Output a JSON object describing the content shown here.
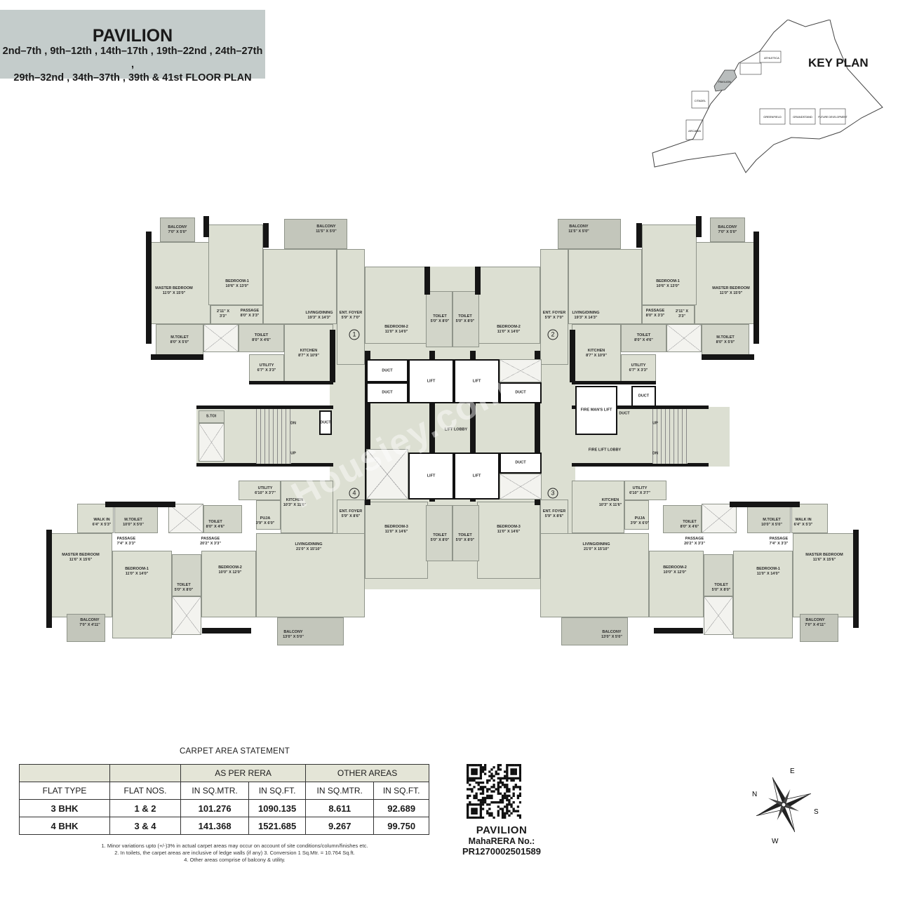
{
  "header": {
    "title": "PAVILION",
    "floors_line1": "2nd–7th , 9th–12th , 14th–17th , 19th–22nd , 24th–27th ,",
    "floors_line2": "29th–32nd , 34th–37th , 39th & 41st FLOOR PLAN"
  },
  "key_plan": {
    "title": "KEY PLAN",
    "buildings": [
      "PAVILION",
      "ATHLETICA",
      "CITADEL",
      "ARCADIA",
      "GREENFIELD",
      "GRANDSTAND",
      "FUTURE DEVELOPMENT"
    ],
    "highlight_color": "#b9bdbd"
  },
  "watermark": "Housiey.com",
  "floor_plan": {
    "unit_numbers": [
      "1",
      "2",
      "3",
      "4"
    ],
    "units_3bhk": [
      {
        "rooms": {
          "master_balcony": {
            "name": "BALCONY",
            "size": "7'0\" X 5'0\""
          },
          "master_bedroom": {
            "name": "MASTER BEDROOM",
            "size": "11'0\" X 15'0\""
          },
          "bedroom1": {
            "name": "BEDROOM-1",
            "size": "10'6\" X 13'0\""
          },
          "balcony": {
            "name": "BALCONY",
            "size": "11'5\" X 5'0\""
          },
          "living": {
            "name": "LIVING/DINING",
            "size": "19'3\" X 14'3\""
          },
          "passage": {
            "name": "PASSAGE",
            "size": "8'0\" X 3'3\""
          },
          "passage_small": {
            "name": "2'11\" X",
            "size": "3'3\""
          },
          "m_toilet": {
            "name": "M.TOILET",
            "size": "8'0\" X 5'0\""
          },
          "toilet": {
            "name": "TOILET",
            "size": "8'0\" X 4'6\""
          },
          "kitchen": {
            "name": "KITCHEN",
            "size": "8'7\" X 10'9\""
          },
          "utility": {
            "name": "UTILITY",
            "size": "6'7\" X 3'3\""
          },
          "foyer": {
            "name": "ENT. FOYER",
            "size": "5'9\" X 7'0\""
          },
          "bedroom2": {
            "name": "BEDROOM-2",
            "size": "11'0\" X 14'0\""
          },
          "toilet2": {
            "name": "TOILET",
            "size": "5'0\" X 8'0\""
          }
        }
      },
      {
        "rooms": {
          "master_balcony": {
            "name": "BALCONY",
            "size": "7'0\" X 5'0\""
          },
          "master_bedroom": {
            "name": "MASTER BEDROOM",
            "size": "11'0\" X 15'0\""
          },
          "bedroom1": {
            "name": "BEDROOM-1",
            "size": "10'6\" X 13'0\""
          },
          "balcony": {
            "name": "BALCONY",
            "size": "11'5\" X 5'0\""
          },
          "living": {
            "name": "LIVING/DINING",
            "size": "19'3\" X 14'3\""
          },
          "passage": {
            "name": "PASSAGE",
            "size": "8'0\" X 3'3\""
          },
          "passage_small": {
            "name": "2'11\" X",
            "size": "3'3\""
          },
          "m_toilet": {
            "name": "M.TOILET",
            "size": "8'0\" X 5'0\""
          },
          "toilet": {
            "name": "TOILET",
            "size": "8'0\" X 4'6\""
          },
          "kitchen": {
            "name": "KITCHEN",
            "size": "8'7\" X 10'9\""
          },
          "utility": {
            "name": "UTILITY",
            "size": "6'7\" X 3'3\""
          },
          "foyer": {
            "name": "ENT. FOYER",
            "size": "5'9\" X 7'0\""
          },
          "bedroom2": {
            "name": "BEDROOM-2",
            "size": "11'0\" X 14'0\""
          },
          "toilet2": {
            "name": "TOILET",
            "size": "5'0\" X 8'0\""
          }
        }
      }
    ],
    "units_4bhk": [
      {
        "rooms": {
          "utility": {
            "name": "UTILITY",
            "size": "6'10\" X 3'7\""
          },
          "kitchen": {
            "name": "KITCHEN",
            "size": "10'3\" X 11'6\""
          },
          "puja": {
            "name": "PUJA",
            "size": "3'9\" X 6'0\""
          },
          "foyer": {
            "name": "ENT. FOYER",
            "size": "5'9\" X 8'6\""
          },
          "walkin": {
            "name": "WALK IN",
            "size": "6'4\" X 5'3\""
          },
          "m_toilet": {
            "name": "M.TOILET",
            "size": "10'0\" X 5'0\""
          },
          "toilet": {
            "name": "TOILET",
            "size": "8'0\" X 4'6\""
          },
          "passage1": {
            "name": "PASSAGE",
            "size": "7'4\" X 3'3\""
          },
          "passage2": {
            "name": "PASSAGE",
            "size": "20'2\" X 3'3\""
          },
          "living": {
            "name": "LIVING/DINING",
            "size": "21'0\" X 15'10\""
          },
          "master_bedroom": {
            "name": "MASTER BEDROOM",
            "size": "11'6\" X 15'6\""
          },
          "bedroom1": {
            "name": "BEDROOM-1",
            "size": "11'0\" X 14'0\""
          },
          "toilet3": {
            "name": "TOILET",
            "size": "5'0\" X 8'0\""
          },
          "bedroom2": {
            "name": "BEDROOM-2",
            "size": "10'0\" X 12'0\""
          },
          "master_balcony": {
            "name": "BALCONY",
            "size": "7'0\" X 4'11\""
          },
          "balcony": {
            "name": "BALCONY",
            "size": "13'0\" X 5'0\""
          },
          "bedroom3": {
            "name": "BEDROOM-3",
            "size": "11'0\" X 14'6\""
          },
          "toilet4": {
            "name": "TOILET",
            "size": "5'0\" X 8'0\""
          }
        }
      },
      {
        "rooms": {
          "utility": {
            "name": "UTILITY",
            "size": "6'10\" X 3'7\""
          },
          "kitchen": {
            "name": "KITCHEN",
            "size": "10'3\" X 11'6\""
          },
          "puja": {
            "name": "PUJA",
            "size": "3'9\" X 6'0\""
          },
          "foyer": {
            "name": "ENT. FOYER",
            "size": "5'9\" X 8'6\""
          },
          "walkin": {
            "name": "WALK IN",
            "size": "6'4\" X 5'3\""
          },
          "m_toilet": {
            "name": "M.TOILET",
            "size": "10'0\" X 5'0\""
          },
          "toilet": {
            "name": "TOILET",
            "size": "8'0\" X 4'6\""
          },
          "passage1": {
            "name": "PASSAGE",
            "size": "7'4\" X 3'3\""
          },
          "passage2": {
            "name": "PASSAGE",
            "size": "20'2\" X 3'3\""
          },
          "living": {
            "name": "LIVING/DINING",
            "size": "21'0\" X 15'10\""
          },
          "master_bedroom": {
            "name": "MASTER BEDROOM",
            "size": "11'6\" X 15'6\""
          },
          "bedroom1": {
            "name": "BEDROOM-1",
            "size": "11'0\" X 14'0\""
          },
          "toilet3": {
            "name": "TOILET",
            "size": "5'0\" X 8'0\""
          },
          "bedroom2": {
            "name": "BEDROOM-2",
            "size": "10'0\" X 12'0\""
          },
          "master_balcony": {
            "name": "BALCONY",
            "size": "7'0\" X 4'11\""
          },
          "balcony": {
            "name": "BALCONY",
            "size": "13'0\" X 5'0\""
          },
          "bedroom3": {
            "name": "BEDROOM-3",
            "size": "11'0\" X 14'6\""
          },
          "toilet4": {
            "name": "TOILET",
            "size": "5'0\" X 8'0\""
          }
        }
      }
    ],
    "core": {
      "duct": "DUCT",
      "lift": "LIFT",
      "lift_lobby": "LIFT LOBBY",
      "s_toilet": "S.TOI",
      "dn": "DN",
      "up": "UP",
      "fireman_lift": "FIRE MAN'S LIFT",
      "fire_lift_lobby": "FIRE LIFT LOBBY"
    }
  },
  "carpet_area": {
    "title": "CARPET AREA STATEMENT",
    "group_headers": [
      "AS PER RERA",
      "OTHER AREAS"
    ],
    "columns": [
      "FLAT TYPE",
      "FLAT NOS.",
      "IN SQ.MTR.",
      "IN SQ.FT.",
      "IN SQ.MTR.",
      "IN SQ.FT."
    ],
    "rows": [
      [
        "3 BHK",
        "1 & 2",
        "101.276",
        "1090.135",
        "8.611",
        "92.689"
      ],
      [
        "4 BHK",
        "3 & 4",
        "141.368",
        "1521.685",
        "9.267",
        "99.750"
      ]
    ],
    "header_band_color": "#e4e5d7",
    "notes": [
      "1. Minor variations upto (+/-)3% in actual carpet areas may occur on account of site conditions/column/finishes etc.",
      "2. In toilets, the carpet areas are inclusive of ledge walls (if any) 3. Conversion 1 Sq.Mtr. = 10.764 Sq.ft.",
      "4. Other areas comprise of balcony & utility."
    ]
  },
  "rera": {
    "project": "PAVILION",
    "label": "MahaRERA No.:",
    "number": "PR1270002501589"
  },
  "compass": {
    "n": "N",
    "e": "E",
    "s": "S",
    "w": "W"
  }
}
